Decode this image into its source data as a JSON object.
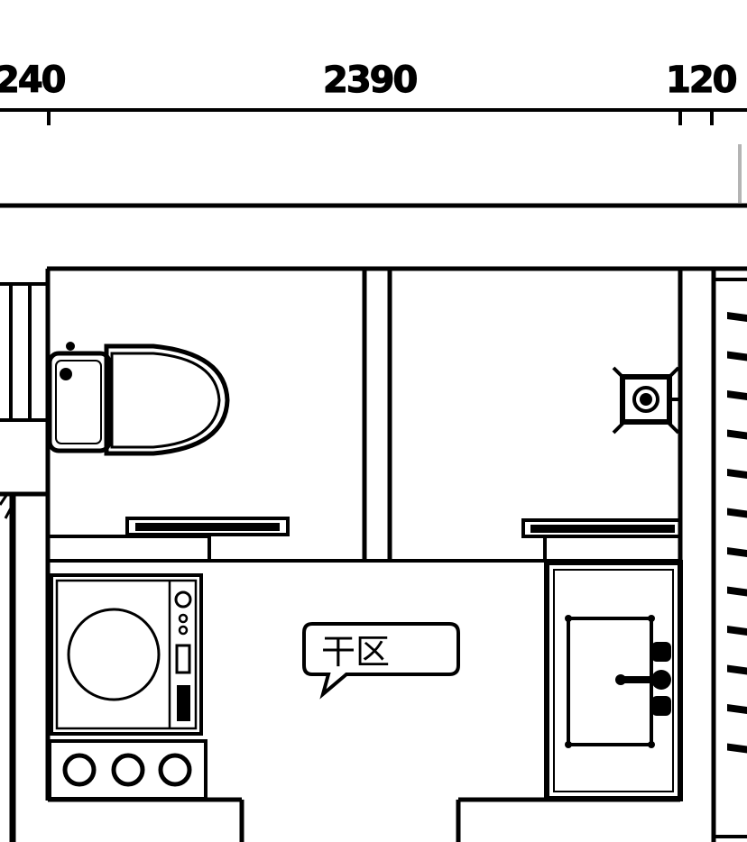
{
  "dimensions": {
    "left": "240",
    "middle": "2390",
    "right": "120"
  },
  "labels": {
    "dry_zone": "干区"
  },
  "colors": {
    "line": "#000000",
    "background": "#ffffff",
    "accent_gray": "#b4b4b4"
  }
}
